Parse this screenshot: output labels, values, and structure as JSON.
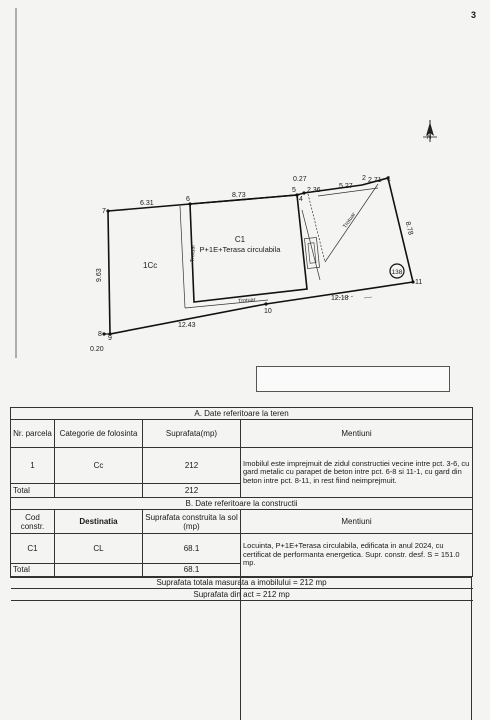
{
  "page_number": "3",
  "plan": {
    "points": {
      "p1": "1",
      "p2": "2",
      "p4": "4",
      "p5": "5",
      "p6": "6",
      "p7": "7",
      "p8": "8",
      "p9": "9",
      "p10": "10",
      "p11": "11"
    },
    "distances": {
      "d_6_7": "6.31",
      "d_5_6": "8.73",
      "d_4_5": "0.27",
      "d_3_4": "2.36",
      "d_2_3": "5.27",
      "d_1_2": "2.71",
      "d_1_11": "8.78",
      "d_10_11": "12.18",
      "d_9_10": "12.43",
      "d_7_8": "9.63",
      "d_8_9": "0.20"
    },
    "building_code": "C1",
    "building_desc": "P+1E+Terasa circulabila",
    "parcel_code": "1Cc",
    "trotuar": "Trotuar",
    "house_number": "138"
  },
  "table_a": {
    "title": "A. Date referitoare la teren",
    "headers": {
      "nr": "Nr. parcela",
      "categorie": "Categorie de folosinta",
      "suprafata": "Suprafata(mp)",
      "mentiuni": "Mentiuni"
    },
    "row": {
      "nr": "1",
      "categorie": "Cc",
      "suprafata": "212"
    },
    "total_label": "Total",
    "total_value": "212",
    "mentiuni": "Imobilul este imprejmuit de zidul constructiei vecine intre pct. 3-6, cu gard metalic cu parapet de beton intre pct. 6-8 si 11-1, cu gard din beton intre pct. 8-11, in rest fiind neimprejmuit."
  },
  "table_b": {
    "title": "B. Date referitoare la constructii",
    "headers": {
      "cod": "Cod constr.",
      "destinatia": "Destinatia",
      "suprafata": "Suprafata construita la sol (mp)",
      "mentiuni": "Mentiuni"
    },
    "row": {
      "cod": "C1",
      "destinatia": "CL",
      "suprafata": "68.1"
    },
    "total_label": "Total",
    "total_value": "68.1",
    "mentiuni": "Locuinta, P+1E+Terasa circulabila, edificata in anul 2024, cu certificat de performanta energetica. Supr. constr. desf. S = 151.0 mp."
  },
  "summary": {
    "masurata": "Suprafata totala masurata a imobilului = 212 mp",
    "act": "Suprafata din act = 212 mp"
  }
}
